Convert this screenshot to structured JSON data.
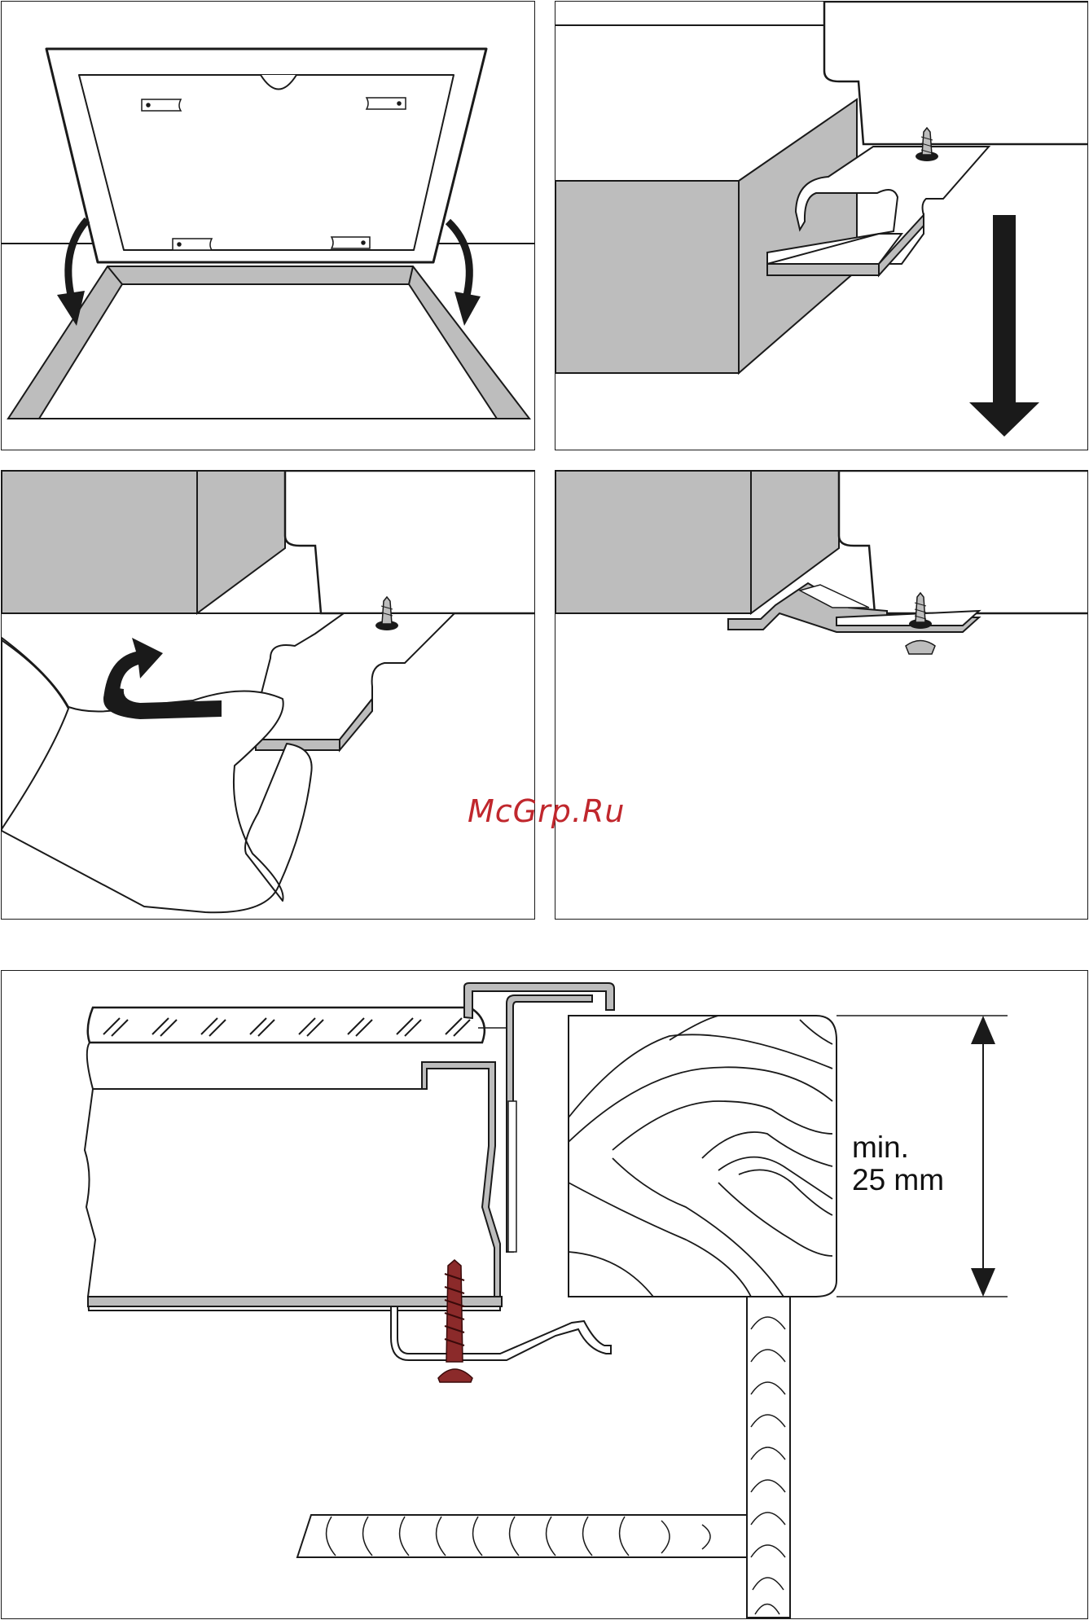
{
  "watermark": {
    "text": "McGrp.Ru"
  },
  "dimension": {
    "line1": "min.",
    "line2": "25 mm"
  },
  "colors": {
    "line": "#1a1a1a",
    "fill_gray": "#bdbdbd",
    "watermark": "#c0272d"
  },
  "icons": [
    "curved-arrow-icon",
    "down-arrow-icon",
    "rotate-arrow-icon",
    "screw-icon",
    "double-arrow-icon"
  ]
}
